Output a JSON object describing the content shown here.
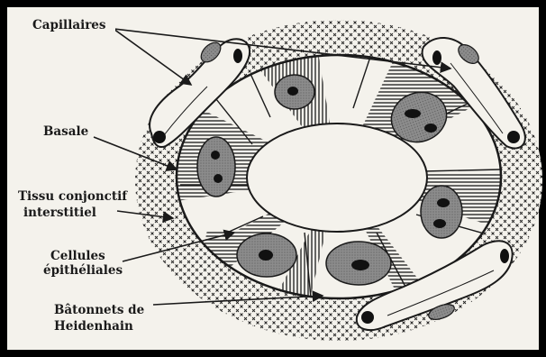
{
  "labels": {
    "capillaires": "Capillaires",
    "basale": "Basale",
    "tissu_line1": "Tissu conjonctif",
    "tissu_line2": "interstitiel",
    "cellules_line1": "Cellules",
    "cellules_line2": "épithéliales",
    "batonnets_line1": "Bâtonnets de",
    "batonnets_line2": "Heidenhain"
  },
  "colors": {
    "frame": "#000000",
    "paper": "#f4f2ec",
    "ink": "#1a1a1a",
    "nucleus": "#8c8c8c"
  }
}
